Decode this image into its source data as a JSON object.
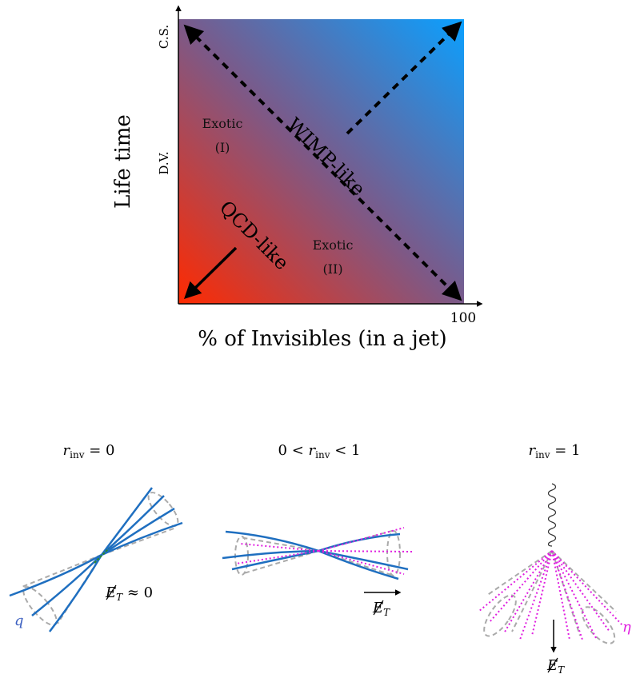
{
  "phase_space": {
    "x_axis_title": "% of Invisibles (in a jet)",
    "x_tick_end": "100",
    "y_axis_title": "Life time",
    "y_tick_top": "C.S.",
    "y_tick_mid": "D.V.",
    "label_exotic_1_line1": "Exotic",
    "label_exotic_1_line2": "(I)",
    "label_exotic_2_line1": "Exotic",
    "label_exotic_2_line2": "(II)",
    "label_wimp": "WIMP-like",
    "label_qcd": "QCD-like",
    "colors": {
      "bottom_left": "#ff2a00",
      "top_right": "#0aa0ff",
      "mid": "#7a5a8a"
    }
  },
  "jets": {
    "panel_left_title": "r_inv = 0",
    "panel_mid_title": "0 < r_inv < 1",
    "panel_right_title": "r_inv = 1",
    "left_met_label": "E_T ≈ 0",
    "left_quark_label": "q",
    "mid_met_label": "E_T",
    "right_met_label": "E_T",
    "right_dark_label": "η",
    "colors": {
      "visible": "#1f6fc0",
      "invisible": "#e020e0",
      "cone": "#aaaaaa",
      "vertex": "#2a8a2a"
    }
  }
}
